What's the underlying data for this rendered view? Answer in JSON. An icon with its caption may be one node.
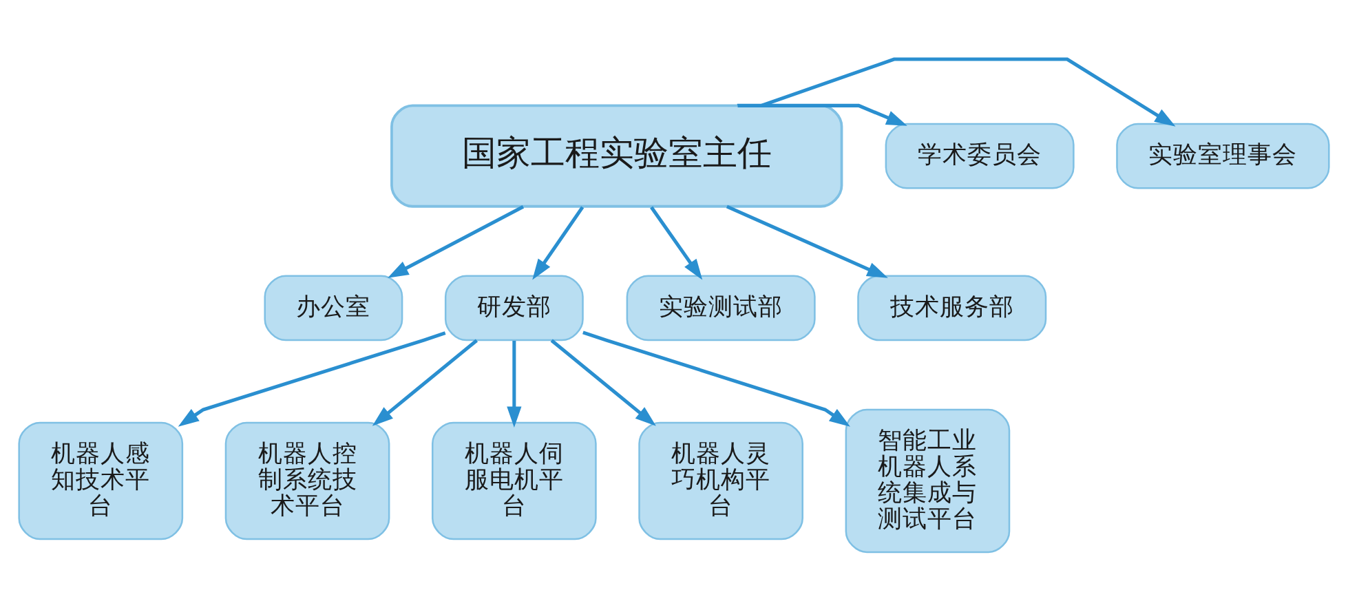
{
  "diagram": {
    "nodes": [
      {
        "text": [
          "国家工程实验室主任"
        ]
      },
      {
        "text": [
          "实验室理事会"
        ]
      },
      {
        "text": [
          "学术委员会"
        ]
      },
      {
        "text": [
          "办公室"
        ]
      },
      {
        "text": [
          "研发部"
        ]
      },
      {
        "text": [
          "实验测试部"
        ]
      },
      {
        "text": [
          "技术服务部"
        ]
      },
      {
        "text": [
          "机器人感知技术平台"
        ]
      },
      {
        "text": [
          "机器人控制系统技术平台"
        ]
      },
      {
        "text": [
          "机器人伺服电机平台"
        ]
      },
      {
        "text": [
          "机器人灵巧机构平台"
        ]
      },
      {
        "text": [
          "智能工业机器人系统集成与测试平台"
        ]
      }
    ],
    "edges": [
      {
        "from": 0,
        "to": 1,
        "arrow": "to"
      },
      {
        "from": 0,
        "to": 2,
        "arrow": "to"
      },
      {
        "from": 0,
        "to": 3,
        "arrow": "to"
      },
      {
        "from": 0,
        "to": 4,
        "arrow": "to"
      },
      {
        "from": 0,
        "to": 5,
        "arrow": "to"
      },
      {
        "from": 0,
        "to": 6,
        "arrow": "to"
      },
      {
        "from": 4,
        "to": 7,
        "arrow": "to"
      },
      {
        "from": 4,
        "to": 8,
        "arrow": "to"
      },
      {
        "from": 4,
        "to": 9,
        "arrow": "to"
      },
      {
        "from": 4,
        "to": 10,
        "arrow": "to"
      },
      {
        "from": 4,
        "to": 11,
        "arrow": "to"
      }
    ]
  }
}
